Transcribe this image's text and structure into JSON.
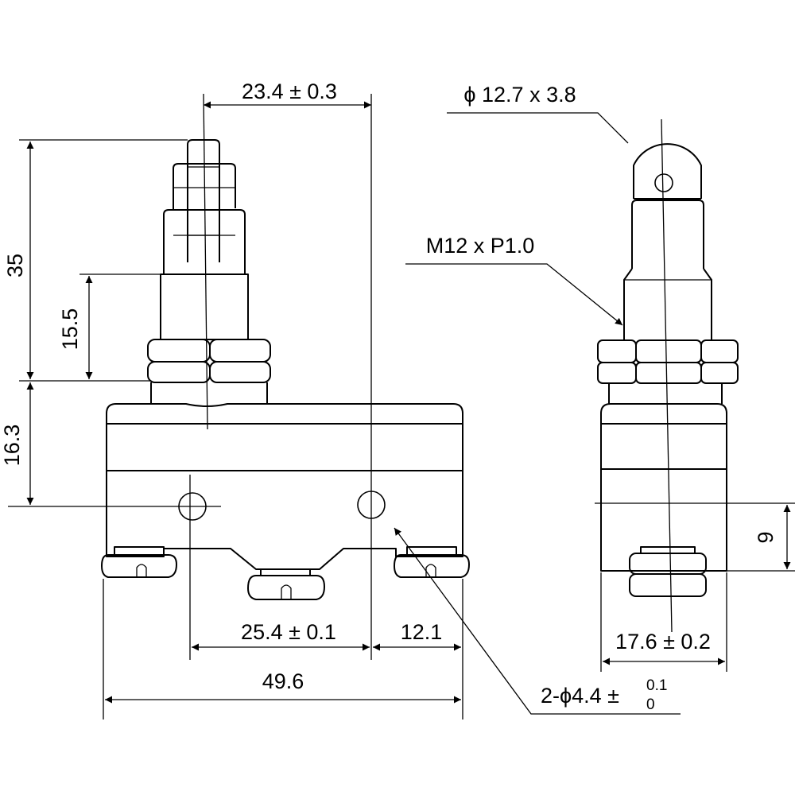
{
  "dimensions": {
    "top_width": "23.4 ± 0.3",
    "roller": "ϕ 12.7 x 3.8",
    "thread": "M12 x P1.0",
    "height_total": "35",
    "height_plunger": "15.5",
    "height_body": "16.3",
    "hole_pitch": "25.4 ± 0.1",
    "hole_edge": "12.1",
    "body_width": "49.6",
    "side_height": "9",
    "side_width": "17.6 ± 0.2",
    "holes_main": "2-ϕ4.4 ±",
    "holes_tol_upper": "0.1",
    "holes_tol_lower": "0"
  }
}
